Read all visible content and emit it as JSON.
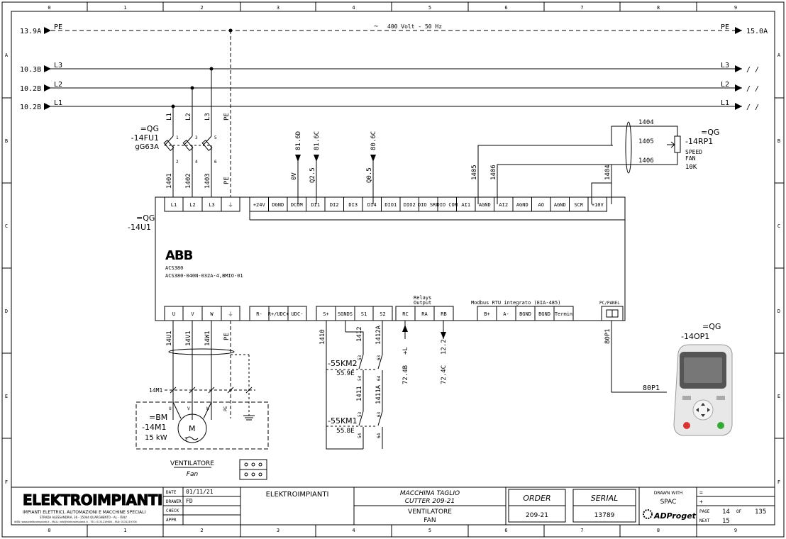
{
  "frame": {
    "col_labels": [
      "0",
      "1",
      "2",
      "3",
      "4",
      "5",
      "6",
      "7",
      "8",
      "9"
    ],
    "row_labels": [
      "A",
      "B",
      "C",
      "D",
      "E",
      "F"
    ]
  },
  "supply": {
    "pe_left": "13.9A",
    "pe_label": "PE",
    "voltage": "400 Volt - 50 Hz",
    "pe_right_label": "PE",
    "pe_right": "15.0A",
    "l3_left": "10.3B",
    "l3": "L3",
    "l2_left": "10.2B",
    "l2": "L2",
    "l1_left": "10.2B",
    "l1": "L1",
    "ref_right": "/ /"
  },
  "fuse": {
    "id": "=QG",
    "tag": "-14FU1",
    "rating": "gG63A",
    "pins": [
      "1",
      "2",
      "3",
      "4",
      "5",
      "6"
    ]
  },
  "vfd": {
    "id": "=QG",
    "tag": "-14U1",
    "brand": "ABB",
    "model": "ACS380",
    "code": "ACS380-040N-032A-4,BMIO-01",
    "top_terminals": [
      "L1",
      "L2",
      "L3",
      "⏚",
      "+24V",
      "DGND",
      "DCOM",
      "DI1",
      "DI2",
      "DI3",
      "DI4",
      "DIO1",
      "DIO2",
      "DIO SRC",
      "DIO COM",
      "AI1",
      "AGND",
      "AI2",
      "AGND",
      "AO",
      "AGND",
      "SCR",
      "+10V"
    ],
    "bottom_terminals": [
      "U",
      "V",
      "W",
      "⏚",
      "R-",
      "R+/UDC+",
      "UDC-",
      "S+",
      "SGNDS",
      "S1",
      "S2",
      "RC",
      "RA",
      "RB",
      "B+",
      "A-",
      "BGND",
      "BGND",
      "Termin"
    ],
    "relays_label": "Relays\nOutput",
    "relays_line1": "Relays",
    "relays_line2": "Output",
    "modbus_label": "Modbus RTU integrato (EIA-485)",
    "panel_label": "PC/PANEL"
  },
  "wires_top": {
    "w1401": "1401",
    "w1402": "1402",
    "w1403": "1403",
    "pe": "PE",
    "in_l1": "L1",
    "in_l2": "L2",
    "in_l3": "L3",
    "dcom_ref": "81.6D",
    "dcom_sig": "0V",
    "di1_ref": "81.6C",
    "di1_sig": "Q2.5",
    "di4_ref": "80.6C",
    "di4_sig": "Q0.5",
    "w1405": "1405",
    "w1406": "1406",
    "w1404": "1404"
  },
  "pot": {
    "id": "=QG",
    "tag": "-14RP1",
    "desc1": "SPEED",
    "desc2": "FAN",
    "value": "10K",
    "w1404": "1404",
    "w1405": "1405",
    "w1406": "1406"
  },
  "wires_bottom": {
    "u1": "14U1",
    "v1": "14V1",
    "w1": "14W1",
    "pe": "PE",
    "w1410": "1410",
    "w1412": "1412",
    "w1412a": "1412A",
    "w1411": "1411",
    "w1411a": "1411A",
    "rc_sig": "+L",
    "rc_ref": "72.4B",
    "rb_sig": "12.2",
    "rb_ref": "72.4C",
    "panel_wire": "80P1",
    "panel_wire2": "80P1"
  },
  "contacts": {
    "km2_tag": "-55KM2",
    "km2_ref": "55.9E",
    "km1_tag": "-55KM1",
    "km1_ref": "55.8E",
    "pin53": "53",
    "pin54": "54",
    "pin63": "63",
    "pin64": "64"
  },
  "panel": {
    "id": "=QG",
    "tag": "-14OP1"
  },
  "motor": {
    "cable": "14M1",
    "id": "=BM",
    "tag": "-14M1",
    "power": "15 kW",
    "m": "M",
    "phases": "3",
    "name": "VENTILATORE",
    "name_en": "Fan",
    "terminals": [
      "U",
      "V",
      "W",
      "PE"
    ]
  },
  "titleblock": {
    "logo": "ELEKTROIMPIANTI",
    "company_desc": "IMPIANTI ELETTRICI, AUTOMAZIONI E MACCHINE SPECIALI",
    "address": "STRADA ALESSANDRIA, 36 - 15044 QUARGNENTO - AL - ITALY",
    "contacts": "WEB: www.elektroimpianti.it - MAIL: info@elektroimpianti.it - TEL: 0131219600 - FAX: 0131219706",
    "date_label": "DATE",
    "date": "01/11/21",
    "drawer_label": "DRAWER",
    "drawer": "FD",
    "check_label": "CHECK",
    "appr_label": "APPR",
    "company": "ELEKTROIMPIANTI",
    "machine1": "MACCHINA TAGLIO",
    "machine2": "CUTTER 209-21",
    "section1": "VENTILATORE",
    "section2": "FAN",
    "order_label": "ORDER",
    "order": "209-21",
    "serial_label": "SERIAL",
    "serial": "13789",
    "drawn_with": "DRAWN WITH",
    "software": "SPAC",
    "software_logo": "ADProget",
    "eq_label": "=",
    "plus_label": "+",
    "page_label": "PAGE",
    "page": "14",
    "of_label": "OF",
    "total": "135",
    "next_label": "NEXT",
    "next": "15"
  }
}
